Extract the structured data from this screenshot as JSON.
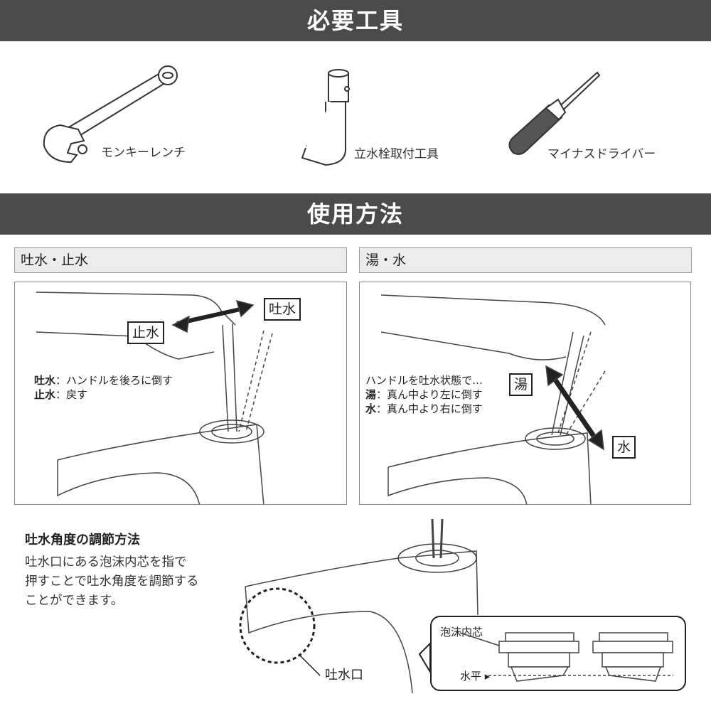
{
  "tools_section": {
    "title": "必要工具",
    "tools": [
      {
        "name": "モンキーレンチ",
        "icon": "adjustable-wrench-icon"
      },
      {
        "name": "立水栓取付工具",
        "icon": "faucet-socket-tool-icon"
      },
      {
        "name": "マイナスドライバー",
        "icon": "flathead-screwdriver-icon"
      }
    ]
  },
  "usage_section": {
    "title": "使用方法",
    "panels": [
      {
        "heading": "吐水・止水",
        "tags": {
          "open": "吐水",
          "close": "止水"
        },
        "lines": [
          {
            "key": "吐水",
            "text": "：ハンドルを後ろに倒す"
          },
          {
            "key": "止水",
            "text": "：戻す"
          }
        ]
      },
      {
        "heading": "湯・水",
        "tags": {
          "hot": "湯",
          "cold": "水"
        },
        "intro": "ハンドルを吐水状態で…",
        "lines": [
          {
            "key": "湯",
            "text": "：真ん中より左に倒す"
          },
          {
            "key": "水",
            "text": "：真ん中より右に倒す"
          }
        ]
      }
    ]
  },
  "angle_adjustment": {
    "title": "吐水角度の調節方法",
    "body": [
      "吐水口にある泡沫内芯を指で",
      "押すことで吐水角度を調節する",
      "ことができます。"
    ],
    "spout_label": "吐水口",
    "aerator_label": "泡沫内芯",
    "level_label": "水平 ▸"
  }
}
